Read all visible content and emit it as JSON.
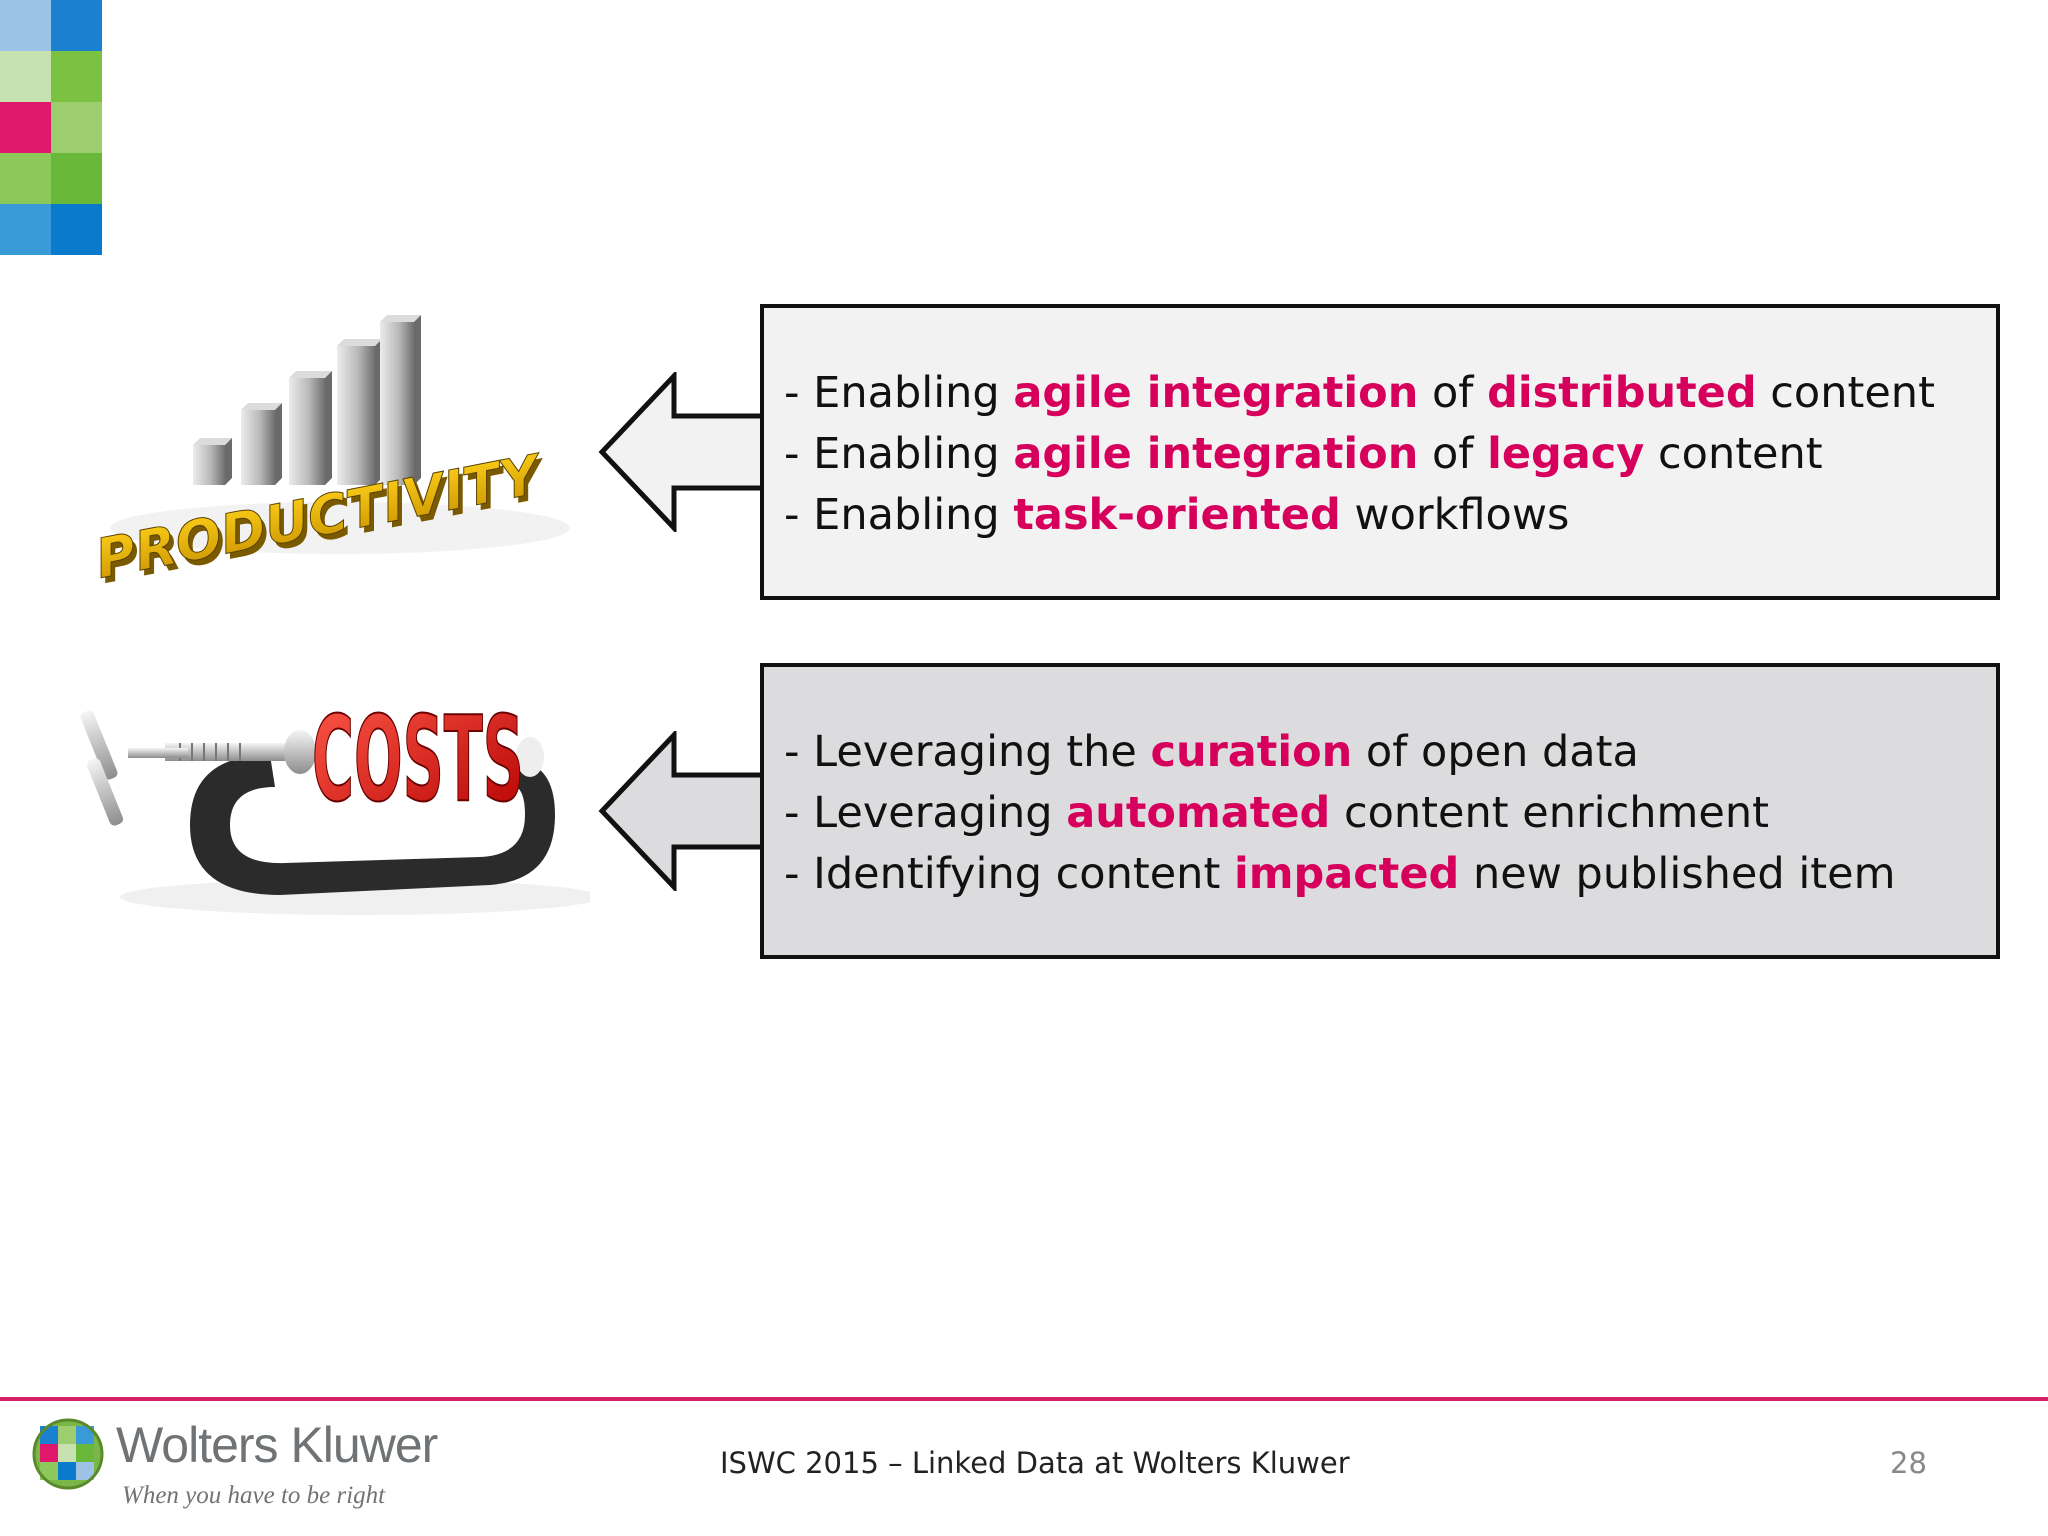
{
  "slide": {
    "row1": {
      "image_word": "PRODUCTIVITY",
      "lines": [
        {
          "prefix": "- Enabling ",
          "hl1": "agile integration",
          "mid": " of ",
          "hl2": "distributed",
          "suffix": " content"
        },
        {
          "prefix": "- Enabling ",
          "hl1": "agile integration",
          "mid": " of ",
          "hl2": "legacy",
          "suffix": " content"
        },
        {
          "prefix": "- Enabling ",
          "hl1": "task-oriented",
          "mid": " workflows",
          "hl2": "",
          "suffix": ""
        }
      ]
    },
    "row2": {
      "image_word": "COSTS",
      "lines": [
        {
          "prefix": "- Leveraging the ",
          "hl1": "curation",
          "mid": " of open data",
          "hl2": "",
          "suffix": ""
        },
        {
          "prefix": "- Leveraging ",
          "hl1": "automated",
          "mid": " content enrichment",
          "hl2": "",
          "suffix": ""
        },
        {
          "prefix": "- Identifying content ",
          "hl1": "impacted",
          "mid": " new published item",
          "hl2": "",
          "suffix": ""
        }
      ]
    }
  },
  "footer": {
    "logo_name": "Wolters Kluwer",
    "logo_tagline": "When you have to be right",
    "text": "ISWC 2015 – Linked Data at Wolters Kluwer",
    "page_number": "28"
  },
  "colors": {
    "highlight": "#d6005c",
    "footer_rule": "#d6206a"
  }
}
